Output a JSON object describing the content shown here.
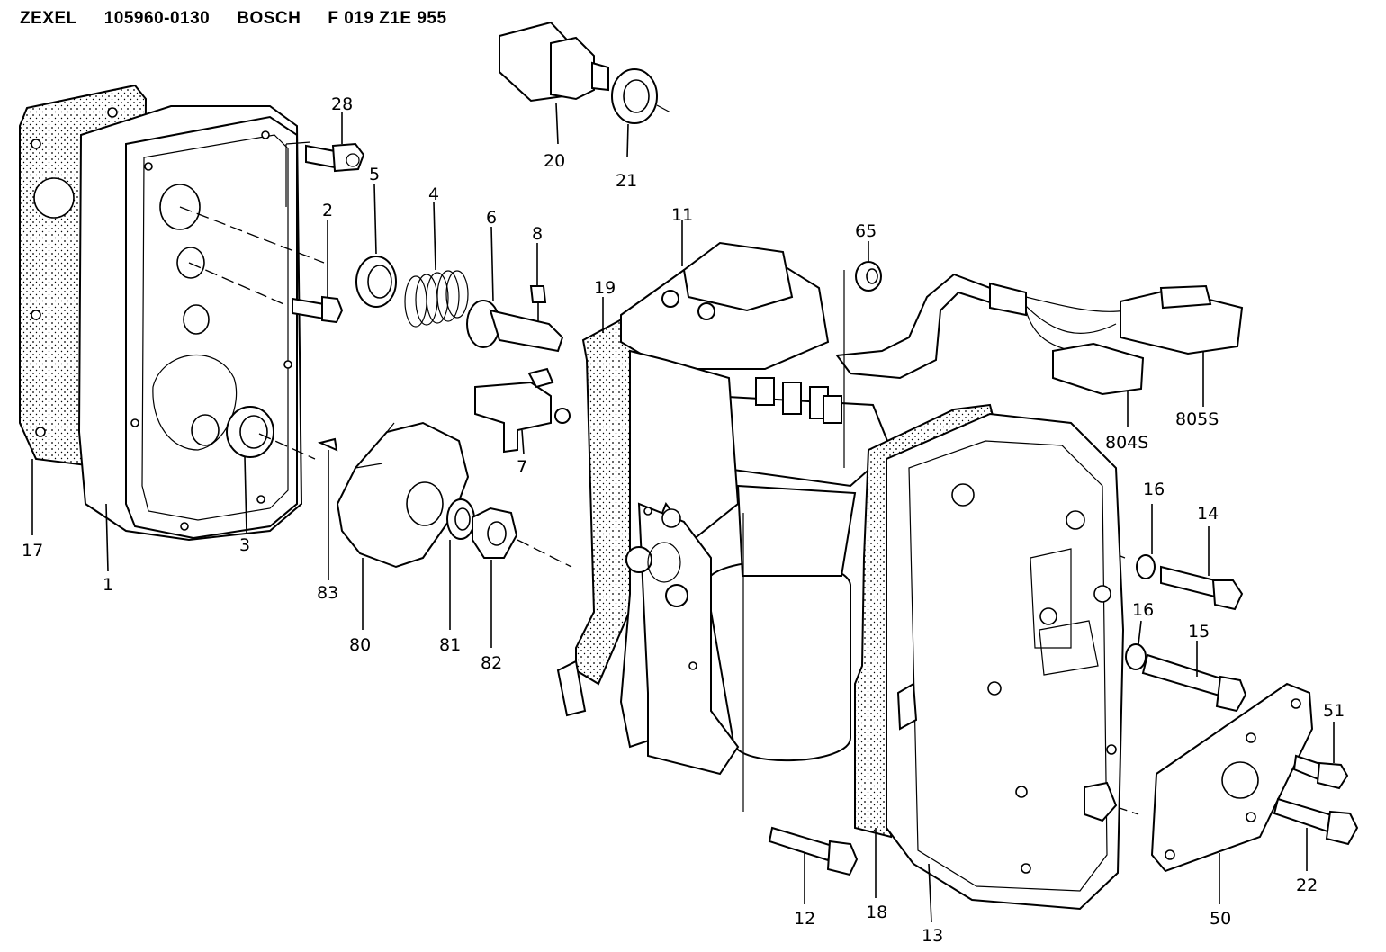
{
  "header": {
    "brand": "ZEXEL",
    "zexel_number": "105960-0130",
    "maker": "BOSCH",
    "bosch_number": "F 019 Z1E 955"
  },
  "callouts": {
    "p28": "28",
    "p5": "5",
    "p4": "4",
    "p6": "6",
    "p8": "8",
    "p2": "2",
    "p20": "20",
    "p21": "21",
    "p11": "11",
    "p65": "65",
    "p19": "19",
    "p7": "7",
    "p3": "3",
    "p17": "17",
    "p1": "1",
    "p83": "83",
    "p80": "80",
    "p81": "81",
    "p82": "82",
    "p804s": "804S",
    "p805s": "805S",
    "p16a": "16",
    "p14": "14",
    "p16b": "16",
    "p15": "15",
    "p51": "51",
    "p22": "22",
    "p50": "50",
    "p12": "12",
    "p18": "18",
    "p13": "13"
  }
}
